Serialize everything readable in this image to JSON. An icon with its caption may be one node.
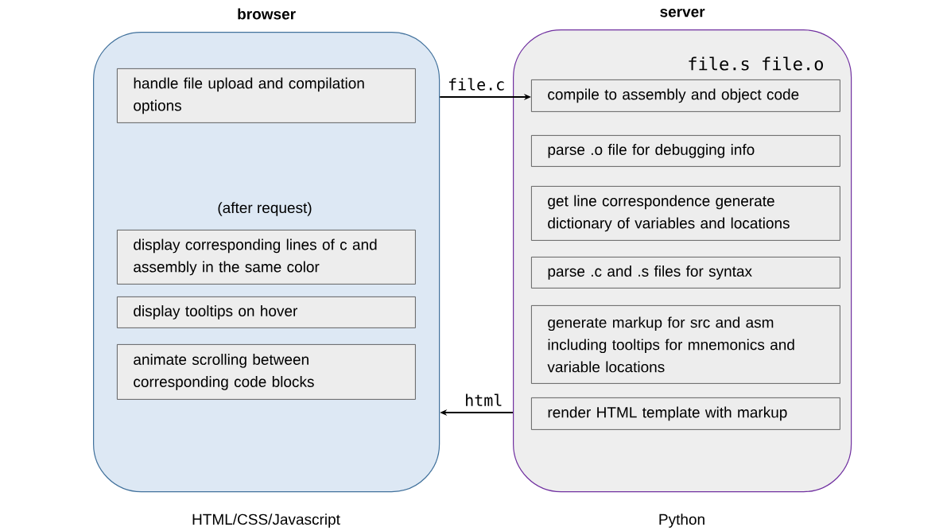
{
  "diagram": {
    "nodes": [
      {
        "text": [
          "browser"
        ],
        "beside": [
          "HTML/CSS/Javascript"
        ]
      },
      {
        "text": [
          "server"
        ],
        "beside": [
          "Python"
        ]
      },
      {
        "text": [
          "handle file upload and compilation options"
        ],
        "in": 0
      },
      {
        "text": [
          "display corresponding lines of c and assembly in the same color"
        ],
        "in": 0
      },
      {
        "text": [
          "display tooltips on hover"
        ],
        "in": 0
      },
      {
        "text": [
          "animate scrolling between corresponding code blocks"
        ],
        "in": 0
      },
      {
        "text": [
          "compile to assembly and object code"
        ],
        "in": 1
      },
      {
        "text": [
          "parse .o file for debugging info"
        ],
        "in": 1
      },
      {
        "text": [
          "get line correspondence generate dictionary of variables and locations"
        ],
        "in": 1
      },
      {
        "text": [
          "parse .c and .s files for syntax"
        ],
        "in": 1
      },
      {
        "text": [
          "generate markup for src and asm including tooltips for mnemonics and variable locations"
        ],
        "in": 1
      },
      {
        "text": [
          "render HTML template with markup"
        ],
        "in": 1
      }
    ],
    "edges": [
      {
        "from": 0,
        "to": 6,
        "arrow": "to",
        "label": "file.c"
      },
      {
        "from": 1,
        "to": 0,
        "arrow": "to",
        "label": "html"
      }
    ],
    "labels": [
      "file.s file.o",
      "(after request)"
    ]
  }
}
